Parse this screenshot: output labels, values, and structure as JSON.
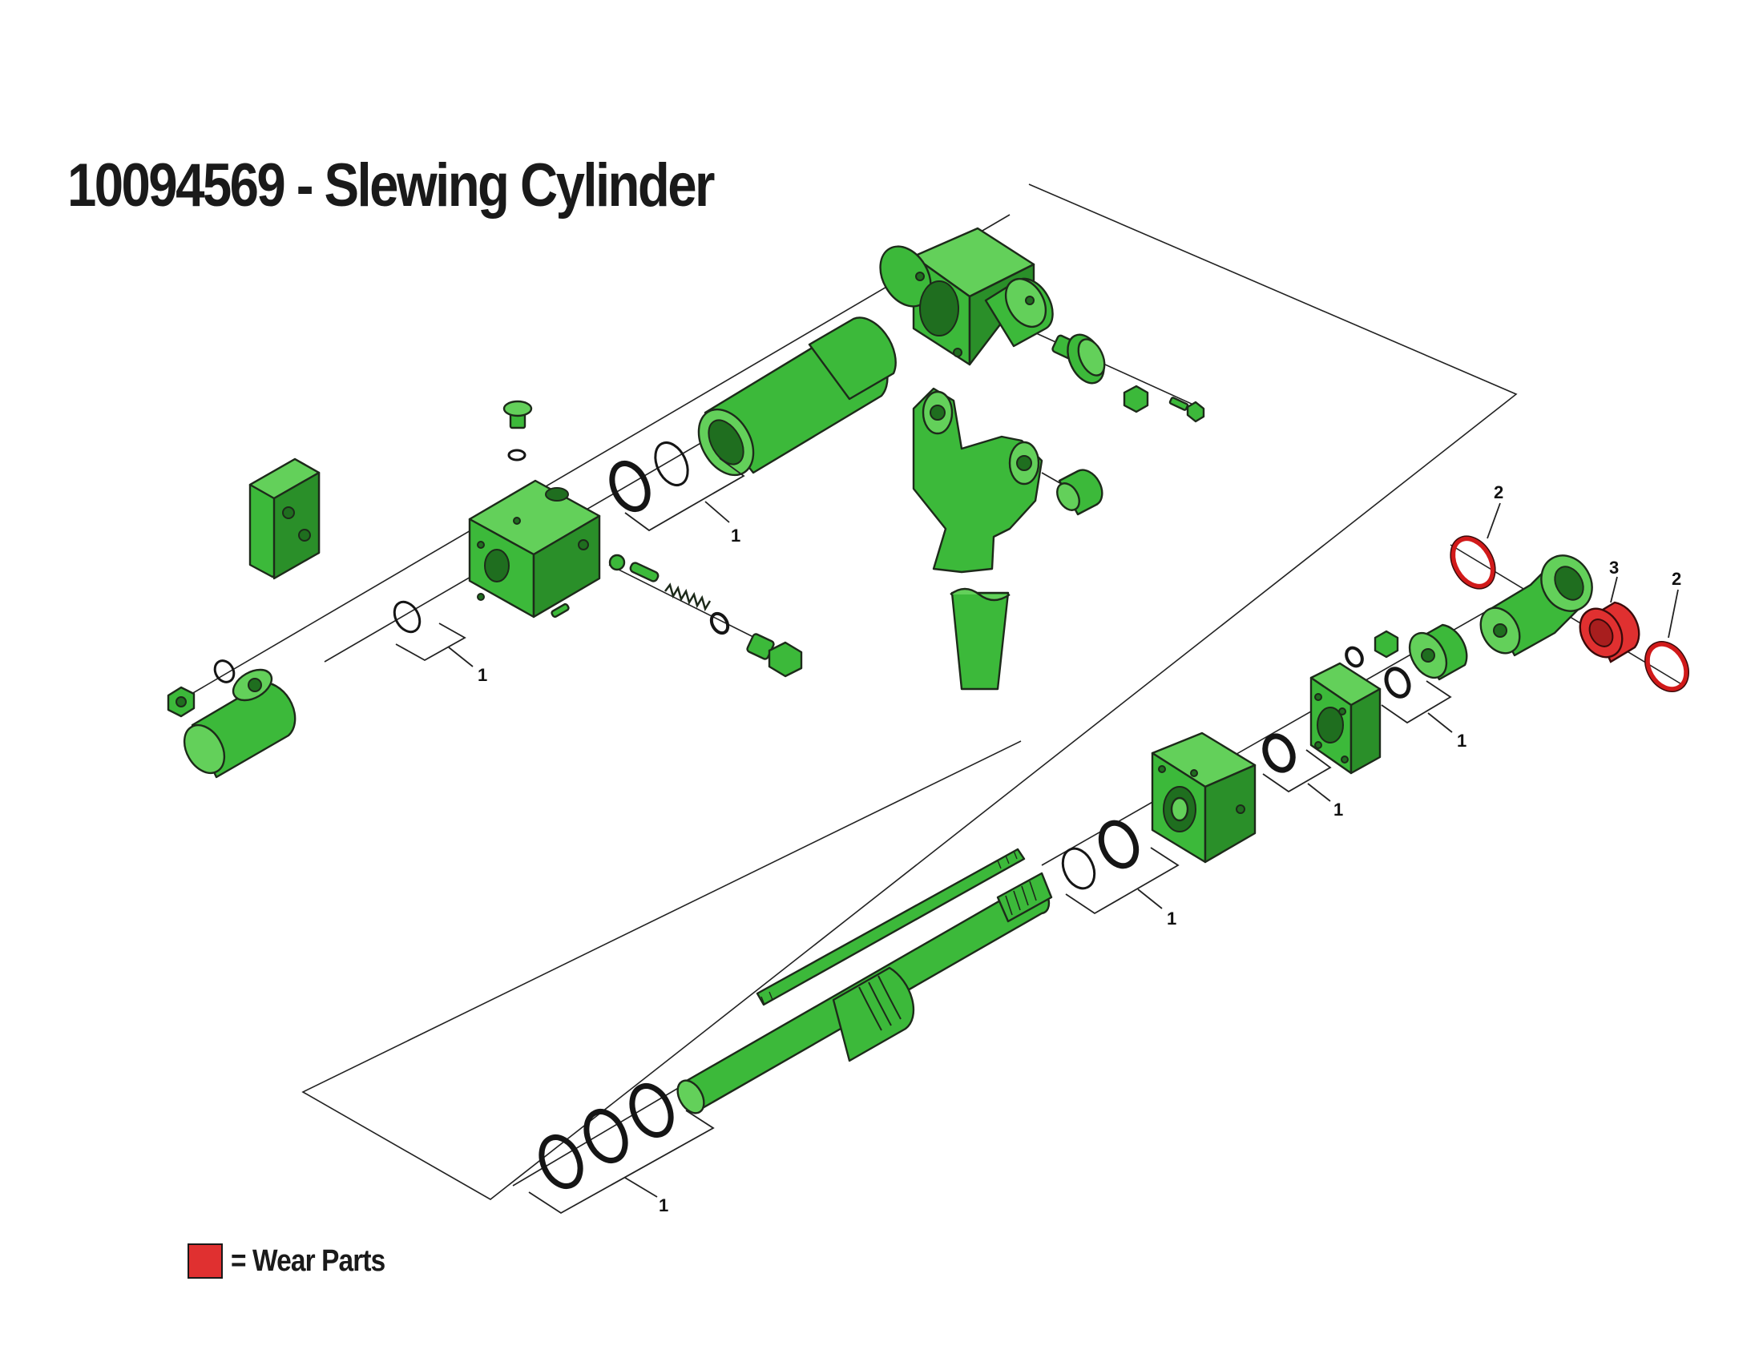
{
  "title": "10094569 - Slewing Cylinder",
  "callouts": {
    "seal_kit": "1",
    "circlip": "2",
    "bearing": "3"
  },
  "legend": {
    "label": "= Wear Parts",
    "color": "#e03030"
  },
  "colors": {
    "part_green": "#3cb93a",
    "wear_red": "#e03030",
    "outline": "#1d2a1a"
  }
}
